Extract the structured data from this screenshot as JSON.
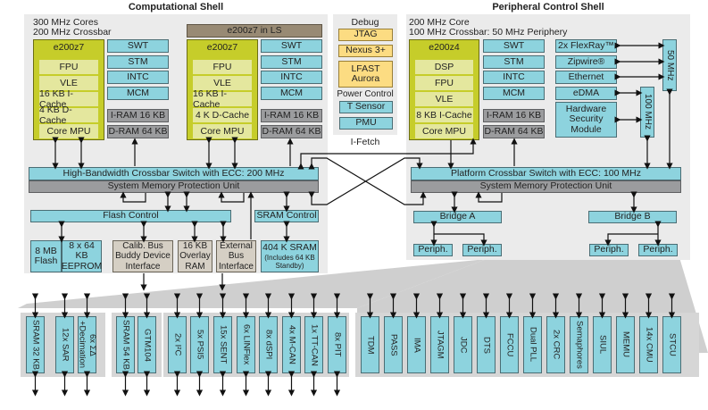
{
  "computational_shell": {
    "title": "Computational Shell",
    "note_line1": "300 MHz Cores",
    "note_line2": "200 MHz Crossbar",
    "ls_label": "e200z7 in LS",
    "cores": [
      {
        "name": "e200z7",
        "units": [
          "FPU",
          "VLE",
          "16 KB I-Cache",
          "4 KB D-Cache",
          "Core MPU"
        ],
        "side": [
          "SWT",
          "STM",
          "INTC",
          "MCM"
        ],
        "mem": [
          "I-RAM 16 KB",
          "D-RAM 64 KB"
        ]
      },
      {
        "name": "e200z7",
        "units": [
          "FPU",
          "VLE",
          "16 KB I-Cache",
          "4 K D-Cache",
          "Core MPU"
        ],
        "side": [
          "SWT",
          "STM",
          "INTC",
          "MCM"
        ],
        "mem": [
          "I-RAM 16 KB",
          "D-RAM 64 KB"
        ]
      }
    ],
    "crossbar": "High-Bandwidth Crossbar Switch with ECC: 200 MHz",
    "smpu": "System Memory Protection Unit",
    "flash_control": "Flash Control",
    "sram_control": "SRAM Control",
    "flash": "8 MB Flash",
    "eeprom": "8 x 64 KB EEPROM",
    "calib": "Calib. Bus Buddy Device Interface",
    "overlay": "16 KB Overlay RAM",
    "ebi": "External Bus Interface",
    "sram": "404 K SRAM",
    "sram_note": "(Includes 64 KB Standby)"
  },
  "debug": {
    "title": "Debug",
    "items": [
      "JTAG",
      "Nexus 3+",
      "LFAST Aurora"
    ],
    "power_title": "Power Control",
    "power_items": [
      "T Sensor",
      "PMU"
    ],
    "ifetch": "I-Fetch"
  },
  "peripheral_shell": {
    "title": "Peripheral Control Shell",
    "note_line1": "200 MHz Core",
    "note_line2": "100 MHz Crossbar: 50 MHz Periphery",
    "core": {
      "name": "e200z4",
      "units": [
        "DSP",
        "FPU",
        "VLE",
        "8 KB I-Cache",
        "Core MPU"
      ]
    },
    "side": [
      "SWT",
      "STM",
      "INTC",
      "MCM"
    ],
    "mem": [
      "I-RAM 16 KB",
      "D-RAM 64 KB"
    ],
    "right": [
      "2x FlexRay™",
      "Zipwire®",
      "Ethernet",
      "eDMA",
      "Hardware Security Module"
    ],
    "clk50": "50 MHz",
    "clk100": "100 MHz",
    "crossbar": "Platform Crossbar Switch with ECC: 100 MHz",
    "smpu": "System Memory Protection Unit",
    "bridge_a": "Bridge A",
    "bridge_b": "Bridge B",
    "periph": "Periph."
  },
  "bottom_left": [
    "SRAM 32 KB",
    "12x SAR",
    "6x ΣΔ +Decimation",
    "SRAM 54 KB",
    "GTM104",
    "2x I²C",
    "5x PSI5",
    "15x SENT",
    "6x LINFlex",
    "8x dSPI",
    "4x M-CAN",
    "1x TT-CAN",
    "8x PIT"
  ],
  "bottom_right": [
    "TDM",
    "PASS",
    "IMA",
    "JTAGM",
    "JDC",
    "DTS",
    "FCCU",
    "Dual PLL",
    "2x CRC",
    "Semaphores",
    "SIUL",
    "MEMU",
    "14x CMU",
    "STCU"
  ]
}
